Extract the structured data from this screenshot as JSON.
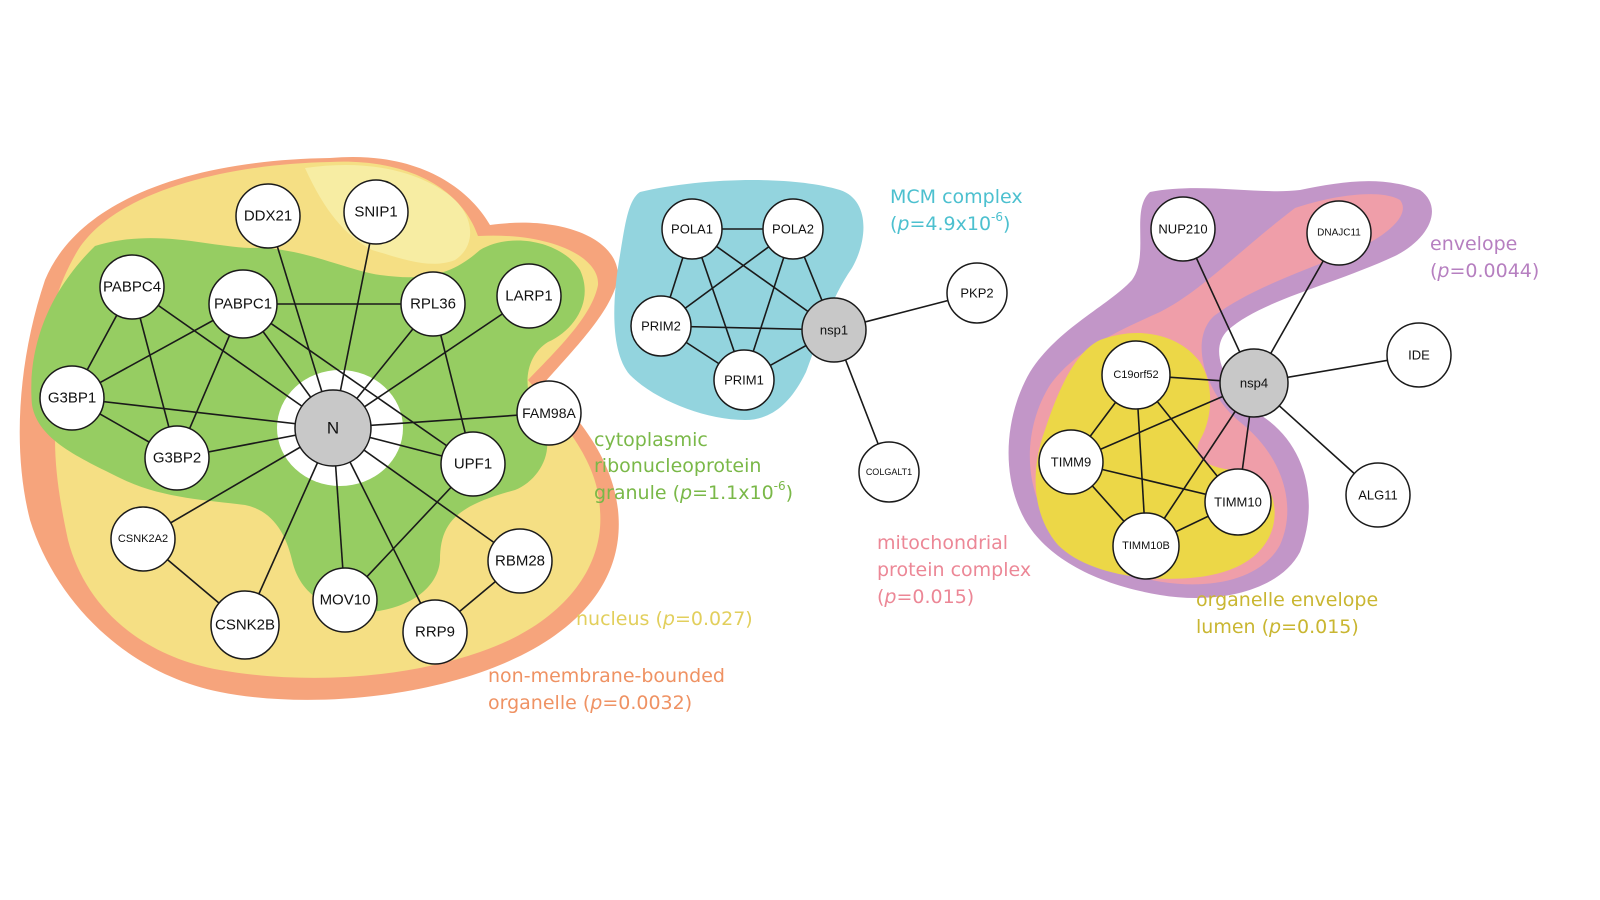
{
  "colors": {
    "non_membrane": "#f6a47c",
    "nucleus": "#f5df84",
    "nucleus_light": "#f7eda3",
    "cytoplasmic": "#96cd62",
    "mcm": "#93d4de",
    "envelope": "#c296c8",
    "mito": "#ef9ea9",
    "lumen": "#ecd747",
    "host_node": "#c8c8c8"
  },
  "annotations": {
    "cytoplasmic": [
      "cytoplasmic",
      "ribonucleoprotein",
      "granule ("
    ],
    "cytoplasmic_p": "p",
    "cytoplasmic_val": "=1.1x10",
    "cytoplasmic_exp": "-6",
    "cytoplasmic_close": ")",
    "nucleus": "nucleus (",
    "nucleus_p": "p",
    "nucleus_val": "=0.027)",
    "non_membrane": [
      "non-membrane-bounded",
      "organelle ("
    ],
    "non_membrane_p": "p",
    "non_membrane_val": "=0.0032)",
    "mcm": [
      "MCM complex",
      "("
    ],
    "mcm_p": "p",
    "mcm_val": "=4.9x10",
    "mcm_exp": "-6",
    "mcm_close": ")",
    "mito": [
      "mitochondrial",
      "protein complex",
      "("
    ],
    "mito_p": "p",
    "mito_val": "=0.015)",
    "envelope": [
      "envelope",
      "("
    ],
    "envelope_p": "p",
    "envelope_val": "=0.0044)",
    "lumen": [
      "organelle envelope",
      "lumen ("
    ],
    "lumen_p": "p",
    "lumen_val": "=0.015)"
  },
  "networks": [
    {
      "hub": "N",
      "nodes": [
        "N",
        "DDX21",
        "SNIP1",
        "PABPC4",
        "PABPC1",
        "RPL36",
        "LARP1",
        "G3BP1",
        "G3BP2",
        "FAM98A",
        "UPF1",
        "CSNK2A2",
        "CSNK2B",
        "MOV10",
        "RRP9",
        "RBM28"
      ],
      "edges": [
        [
          "N",
          "DDX21"
        ],
        [
          "N",
          "SNIP1"
        ],
        [
          "N",
          "PABPC1"
        ],
        [
          "N",
          "RPL36"
        ],
        [
          "N",
          "LARP1"
        ],
        [
          "N",
          "G3BP1"
        ],
        [
          "N",
          "G3BP2"
        ],
        [
          "N",
          "FAM98A"
        ],
        [
          "N",
          "UPF1"
        ],
        [
          "N",
          "CSNK2A2"
        ],
        [
          "N",
          "CSNK2B"
        ],
        [
          "N",
          "MOV10"
        ],
        [
          "N",
          "RRP9"
        ],
        [
          "N",
          "RBM28"
        ],
        [
          "N",
          "PABPC4"
        ],
        [
          "PABPC1",
          "RPL36"
        ],
        [
          "PABPC1",
          "UPF1"
        ],
        [
          "PABPC1",
          "G3BP1"
        ],
        [
          "PABPC1",
          "G3BP2"
        ],
        [
          "PABPC4",
          "G3BP1"
        ],
        [
          "PABPC4",
          "G3BP2"
        ],
        [
          "G3BP1",
          "G3BP2"
        ],
        [
          "RPL36",
          "UPF1"
        ],
        [
          "CSNK2A2",
          "CSNK2B"
        ],
        [
          "UPF1",
          "MOV10"
        ],
        [
          "RBM28",
          "RRP9"
        ]
      ]
    },
    {
      "hub": "nsp1",
      "nodes": [
        "nsp1",
        "POLA1",
        "POLA2",
        "PRIM2",
        "PRIM1",
        "PKP2",
        "COLGALT1"
      ],
      "edges": [
        [
          "POLA1",
          "POLA2"
        ],
        [
          "POLA1",
          "PRIM2"
        ],
        [
          "POLA1",
          "PRIM1"
        ],
        [
          "POLA1",
          "nsp1"
        ],
        [
          "POLA2",
          "PRIM2"
        ],
        [
          "POLA2",
          "PRIM1"
        ],
        [
          "POLA2",
          "nsp1"
        ],
        [
          "PRIM2",
          "PRIM1"
        ],
        [
          "PRIM2",
          "nsp1"
        ],
        [
          "PRIM1",
          "nsp1"
        ],
        [
          "nsp1",
          "PKP2"
        ],
        [
          "nsp1",
          "COLGALT1"
        ]
      ]
    },
    {
      "hub": "nsp4",
      "nodes": [
        "nsp4",
        "NUP210",
        "DNAJC11",
        "IDE",
        "C19orf52",
        "TIMM9",
        "TIMM10",
        "TIMM10B",
        "ALG11"
      ],
      "edges": [
        [
          "nsp4",
          "NUP210"
        ],
        [
          "nsp4",
          "DNAJC11"
        ],
        [
          "nsp4",
          "IDE"
        ],
        [
          "nsp4",
          "C19orf52"
        ],
        [
          "nsp4",
          "TIMM9"
        ],
        [
          "nsp4",
          "TIMM10"
        ],
        [
          "nsp4",
          "TIMM10B"
        ],
        [
          "nsp4",
          "ALG11"
        ],
        [
          "C19orf52",
          "TIMM9"
        ],
        [
          "C19orf52",
          "TIMM10"
        ],
        [
          "C19orf52",
          "TIMM10B"
        ],
        [
          "TIMM9",
          "TIMM10"
        ],
        [
          "TIMM9",
          "TIMM10B"
        ],
        [
          "TIMM10",
          "TIMM10B"
        ]
      ]
    }
  ]
}
